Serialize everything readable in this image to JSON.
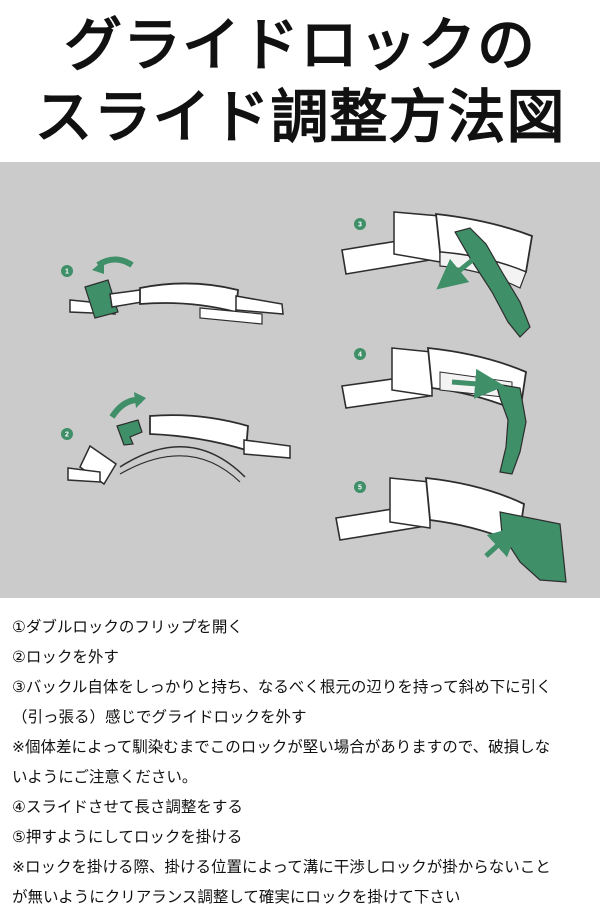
{
  "title": {
    "line1": "グライドロックの",
    "line2": "スライド調整方法図"
  },
  "diagram": {
    "colors": {
      "background": "#cbcbcb",
      "accent_green": "#3f8f68",
      "outline": "#2d2d2d"
    },
    "step_badges": [
      "1",
      "2",
      "3",
      "4",
      "5"
    ]
  },
  "instructions": [
    "①ダブルロックのフリップを開く",
    "②ロックを外す",
    "③バックル自体をしっかりと持ち、なるべく根元の辺りを持って斜め下に引く",
    "（引っ張る）感じでグライドロックを外す",
    "※個体差によって馴染むまでこのロックが堅い場合がありますので、破損しな",
    "いようにご注意ください。",
    "④スライドさせて長さ調整をする",
    "⑤押すようにしてロックを掛ける",
    "※ロックを掛ける際、掛ける位置によって溝に干渉しロックが掛からないこと",
    "が無いようにクリアランス調整して確実にロックを掛けて下さい"
  ]
}
